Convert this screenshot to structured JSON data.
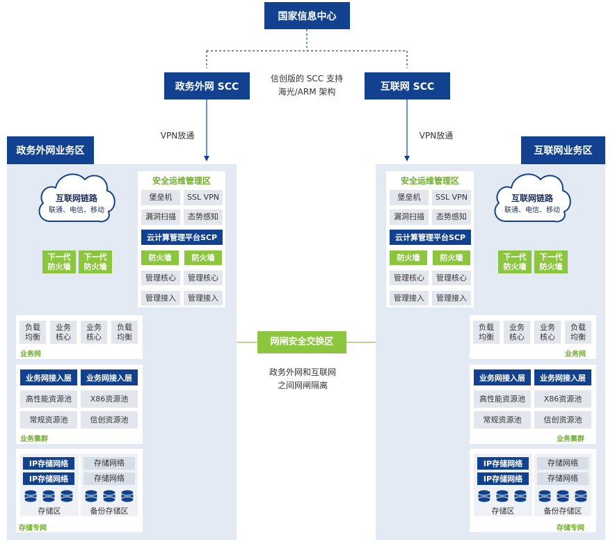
{
  "top": {
    "center": "国家信息中心",
    "left_scc": "政务外网 SCC",
    "right_scc": "互联网 SCC",
    "middle_note_line1": "信创版的 SCC 支持",
    "middle_note_line2": "海光/ARM 架构",
    "vpn_label": "VPN放通"
  },
  "left_zone": {
    "title": "政务外网业务区",
    "cloud": {
      "title": "互联网链路",
      "subtitle": "联通、电信、移动"
    },
    "ngfw": [
      "下一代\n防火墙",
      "下一代\n防火墙"
    ],
    "ops": {
      "title": "安全运维管理区",
      "cells": [
        "堡垒机",
        "SSL VPN",
        "漏洞扫描",
        "态势感知"
      ],
      "scp": "云计算管理平台SCP",
      "firewalls": [
        "防火墙",
        "防火墙"
      ],
      "mgmt": [
        "管理核心",
        "管理核心",
        "管理接入",
        "管理接入"
      ]
    },
    "biz_net": {
      "label": "业务网",
      "cells": [
        "负载\n均衡",
        "业务\n核心",
        "业务\n核心",
        "负载\n均衡"
      ]
    },
    "cluster": {
      "label": "业务集群",
      "access": [
        "业务网接入层",
        "业务网接入层"
      ],
      "pools": [
        "高性能资源池",
        "X86资源池",
        "常规资源池",
        "信创资源池"
      ]
    },
    "storage": {
      "label": "存储专网",
      "ip_net": [
        "IP存储网络",
        "IP存储网络"
      ],
      "store_net": [
        "存储网络",
        "存储网络"
      ],
      "area1": "存储区",
      "area2": "备份存储区"
    }
  },
  "right_zone": {
    "title": "互联网业务区",
    "cloud": {
      "title": "互联网链路",
      "subtitle": "联通、电信、移动"
    },
    "ngfw": [
      "下一代\n防火墙",
      "下一代\n防火墙"
    ],
    "ops": {
      "title": "安全运维管理区",
      "cells": [
        "堡垒机",
        "SSL VPN",
        "漏洞扫描",
        "态势感知"
      ],
      "scp": "云计算管理平台SCP",
      "firewalls": [
        "防火墙",
        "防火墙"
      ],
      "mgmt": [
        "管理核心",
        "管理核心",
        "管理接入",
        "管理接入"
      ]
    },
    "biz_net": {
      "label": "业务网",
      "cells": [
        "负载\n均衡",
        "业务\n核心",
        "业务\n核心",
        "负载\n均衡"
      ]
    },
    "cluster": {
      "label": "业务集群",
      "access": [
        "业务网接入层",
        "业务网接入层"
      ],
      "pools": [
        "高性能资源池",
        "X86资源池",
        "常规资源池",
        "信创资源池"
      ]
    },
    "storage": {
      "label": "存储专网",
      "ip_net": [
        "IP存储网络",
        "IP存储网络"
      ],
      "store_net": [
        "存储网络",
        "存储网络"
      ],
      "area1": "存储区",
      "area2": "备份存储区"
    }
  },
  "gateway": {
    "title": "网闸安全交换区",
    "note_line1": "政务外网和互联网",
    "note_line2": "之间网闸隔离"
  },
  "colors": {
    "navy": "#12428f",
    "green": "#8cc63f",
    "zone_bg": "#e3eaf4",
    "cell_bg": "#e3e7ed"
  }
}
